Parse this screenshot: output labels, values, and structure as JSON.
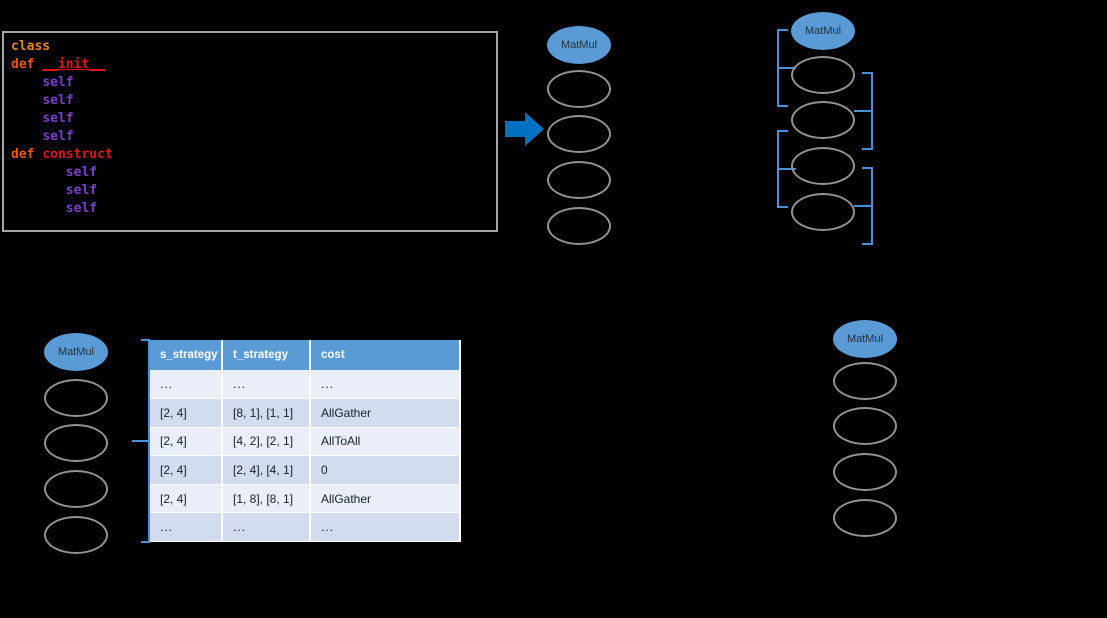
{
  "code_panel": {
    "name": "source-code-snippet",
    "lines": [
      {
        "indent": 0,
        "tokens": [
          {
            "text": "class",
            "style": "kw-class"
          }
        ]
      },
      {
        "indent": 0,
        "tokens": [
          {
            "text": "def ",
            "style": "kw-def"
          },
          {
            "text": "__init__",
            "style": "fn-name"
          }
        ]
      },
      {
        "indent": 4,
        "tokens": [
          {
            "text": "self",
            "style": "var-self"
          }
        ]
      },
      {
        "indent": 4,
        "tokens": [
          {
            "text": "self",
            "style": "var-self"
          }
        ]
      },
      {
        "indent": 4,
        "tokens": [
          {
            "text": "self",
            "style": "var-self"
          }
        ]
      },
      {
        "indent": 4,
        "tokens": [
          {
            "text": "self",
            "style": "var-self"
          }
        ]
      },
      {
        "indent": 0,
        "tokens": [
          {
            "text": "def ",
            "style": "kw-def"
          },
          {
            "text": "construct",
            "style": "fn-plain"
          }
        ]
      },
      {
        "indent": 7,
        "tokens": [
          {
            "text": "self",
            "style": "var-self"
          }
        ]
      },
      {
        "indent": 7,
        "tokens": [
          {
            "text": "self",
            "style": "var-self"
          }
        ]
      },
      {
        "indent": 7,
        "tokens": [
          {
            "text": "self",
            "style": "var-self"
          }
        ]
      }
    ]
  },
  "arrow": {
    "name": "flow-arrow-right",
    "color": "#0070c0",
    "direction": "right"
  },
  "graphs": [
    {
      "id": "graph-top-middle",
      "head_label": "MatMul",
      "node_count": 4,
      "brackets": []
    },
    {
      "id": "graph-top-right",
      "head_label": "MatMul",
      "node_count": 4,
      "brackets": [
        {
          "side": "left",
          "label": ""
        },
        {
          "side": "left",
          "label": ""
        },
        {
          "side": "right",
          "label": ""
        },
        {
          "side": "right",
          "label": ""
        }
      ]
    },
    {
      "id": "graph-bottom-left",
      "head_label": "MatMul",
      "node_count": 4,
      "brackets": [
        {
          "side": "left",
          "label": ""
        }
      ]
    },
    {
      "id": "graph-bottom-right",
      "head_label": "MatMul",
      "node_count": 4,
      "brackets": []
    }
  ],
  "strategy_table": {
    "name": "cost-strategy-table",
    "columns": [
      "s_strategy",
      "t_strategy",
      "cost"
    ],
    "rows": [
      [
        "...",
        "...",
        "..."
      ],
      [
        "[2, 4]",
        "[8, 1], [1, 1]",
        "AllGather"
      ],
      [
        "[2, 4]",
        "[4, 2], [2, 1]",
        "AllToAll"
      ],
      [
        "[2, 4]",
        "[2, 4], [4, 1]",
        "0"
      ],
      [
        "[2, 4]",
        "[1, 8], [8, 1]",
        "AllGather"
      ],
      [
        "...",
        "...",
        "..."
      ]
    ]
  },
  "colors": {
    "background": "#000000",
    "node_head_fill": "#5b9bd5",
    "node_stroke": "#939393",
    "bracket": "#4a90d9",
    "arrow": "#0070c0",
    "table_header": "#5b9bd5",
    "table_row_light": "#e9eef8",
    "table_row_dark": "#d3dcee",
    "code_border": "#a6a6a6"
  }
}
